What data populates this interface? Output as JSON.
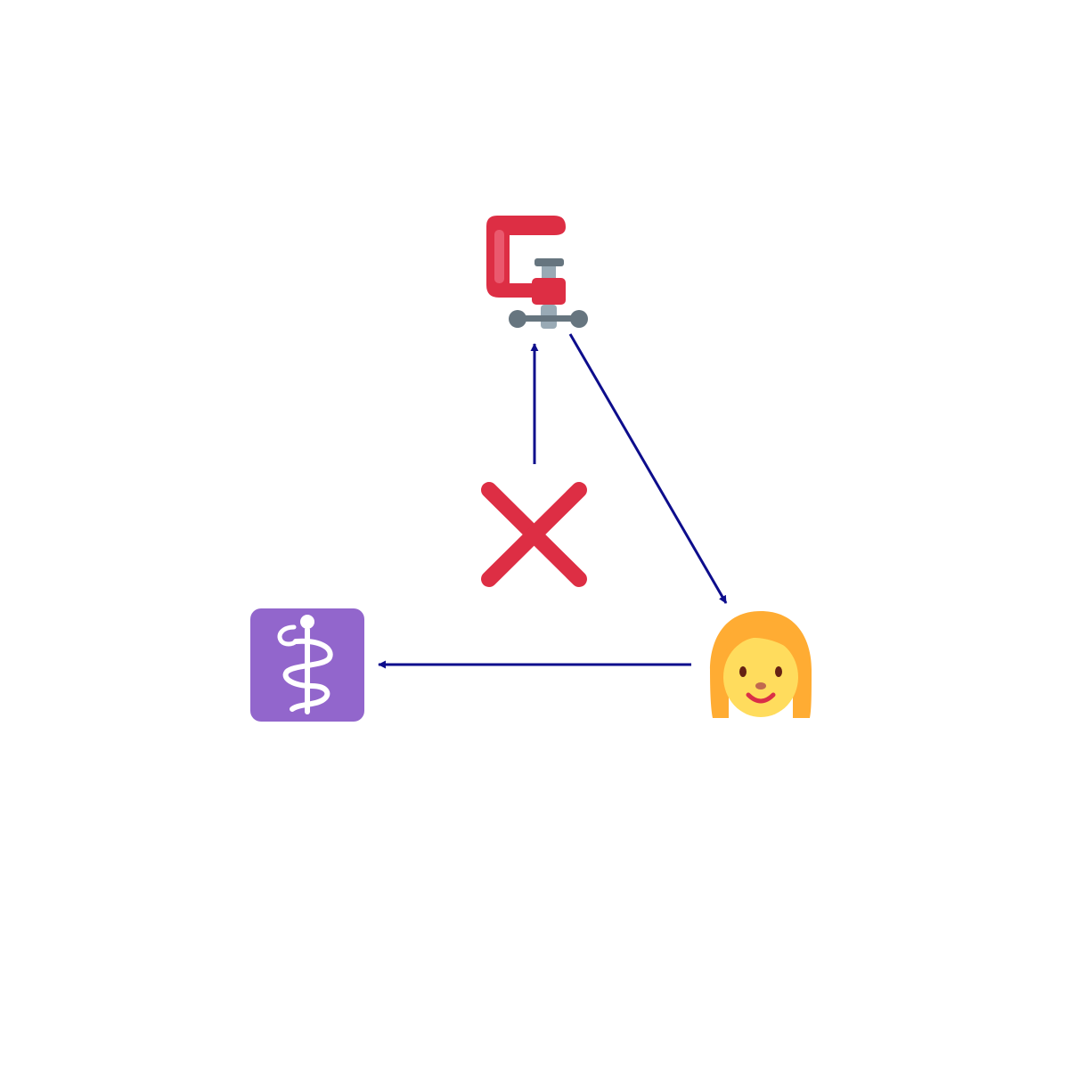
{
  "diagram": {
    "type": "emoji-cycle-diagram",
    "nodes": [
      {
        "id": "clamp",
        "icon": "clamp-icon",
        "emoji": "🗜️",
        "label": ""
      },
      {
        "id": "woman",
        "icon": "woman-icon",
        "emoji": "👩",
        "label": ""
      },
      {
        "id": "medical",
        "icon": "medical-symbol-icon",
        "emoji": "⚕️",
        "label": ""
      },
      {
        "id": "cross",
        "icon": "cross-mark-icon",
        "emoji": "❌",
        "label": ""
      }
    ],
    "edges": [
      {
        "from": "cross",
        "to": "clamp"
      },
      {
        "from": "clamp",
        "to": "woman"
      },
      {
        "from": "woman",
        "to": "medical"
      }
    ]
  },
  "colors": {
    "arrow": "#0d0d8c",
    "clamp_body": "#dd2e44",
    "clamp_highlight": "#ea596e",
    "clamp_screw": "#99aab5",
    "clamp_handle": "#66757f",
    "cross": "#dd2e44",
    "woman_hair": "#ffac33",
    "woman_skin": "#ffdc5d",
    "woman_features": "#662113",
    "woman_mouth": "#da2f47",
    "woman_nose": "#c1694f",
    "medical_bg": "#9266cc",
    "medical_fg": "#ffffff"
  }
}
